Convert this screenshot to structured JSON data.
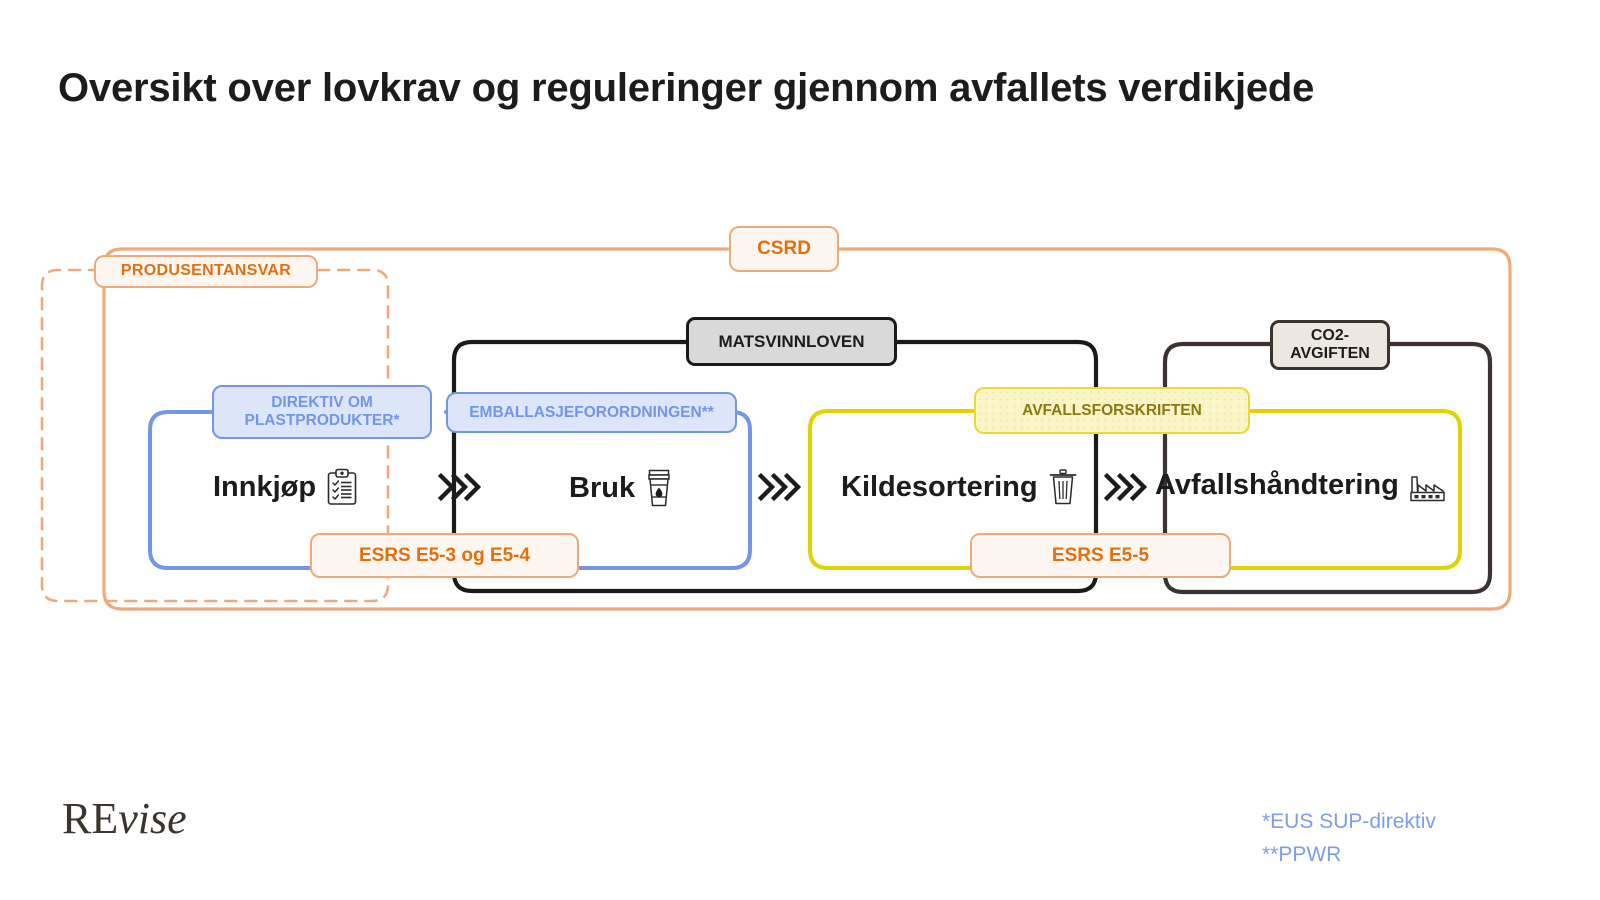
{
  "page": {
    "title": "Oversikt over lovkrav og reguleringer gjennom avfallets verdikjede",
    "background": "#ffffff"
  },
  "colors": {
    "orange_border": "#EFAA7C",
    "orange_text": "#E2700E",
    "orange_fill": "#FDF6F0",
    "blue_border": "#7396E8",
    "blue_fill": "#DCE5F9",
    "yellow_border": "#E8DC32",
    "yellow_fill": "#FAF5C8",
    "yellow_text": "#8A7A10",
    "grey_fill": "#D9D9D9",
    "black_line": "#1A1A1A",
    "warm_grey_fill": "#EDE7E1",
    "footnote_blue": "#7E9CEA",
    "title_color": "#1C1C1C"
  },
  "frames": [
    {
      "name": "produsentansvar-dashed-frame",
      "style": "dashed",
      "color": "#EFAA7C"
    },
    {
      "name": "csrd-outer-frame",
      "style": "solid",
      "color": "#EFAA7C"
    },
    {
      "name": "matsvinnloven-frame",
      "style": "solid",
      "color": "#1A1A1A"
    },
    {
      "name": "co2-avgiften-frame",
      "style": "solid",
      "color": "#3A3330"
    },
    {
      "name": "packaging-blue-frame",
      "style": "solid",
      "color": "#7396E8"
    },
    {
      "name": "avfallsforskriften-yellow-frame",
      "style": "solid",
      "color": "#E8DC32"
    }
  ],
  "labels": {
    "produsentansvar": "PRODUSENTANSVAR",
    "csrd": "CSRD",
    "matsvinnloven": "MATSVINNLOVEN",
    "co2_avgiften": "CO2-\nAVGIFTEN",
    "co2_avgiften_line1": "CO2-",
    "co2_avgiften_line2": "AVGIFTEN",
    "direktiv_plastprodukter_line1": "DIREKTIV OM",
    "direktiv_plastprodukter_line2": "PLASTPRODUKTER*",
    "emballasjeforordningen": "EMBALLASJEFORORDNINGEN**",
    "avfallsforskriften": "AVFALLSFORSKRIFTEN",
    "esrs_e53_e54": "ESRS E5-3 og E5-4",
    "esrs_e55": "ESRS E5-5"
  },
  "stages": [
    {
      "label": "Innkjøp",
      "icon": "clipboard-checklist-icon"
    },
    {
      "label": "Bruk",
      "icon": "coffee-cup-icon"
    },
    {
      "label": "Kildesortering",
      "icon": "trash-bin-icon"
    },
    {
      "label": "Avfallshåndtering",
      "icon": "factory-icon"
    }
  ],
  "separators": [
    {
      "name": "chevron-separator-1",
      "glyph": "»›"
    },
    {
      "name": "chevron-separator-2",
      "glyph": "»›"
    },
    {
      "name": "chevron-separator-3",
      "glyph": "»›"
    }
  ],
  "footer": {
    "logo_prefix": "RE",
    "logo_suffix": "vise",
    "footnote_1": "*EUS SUP-direktiv",
    "footnote_2": "**PPWR"
  }
}
